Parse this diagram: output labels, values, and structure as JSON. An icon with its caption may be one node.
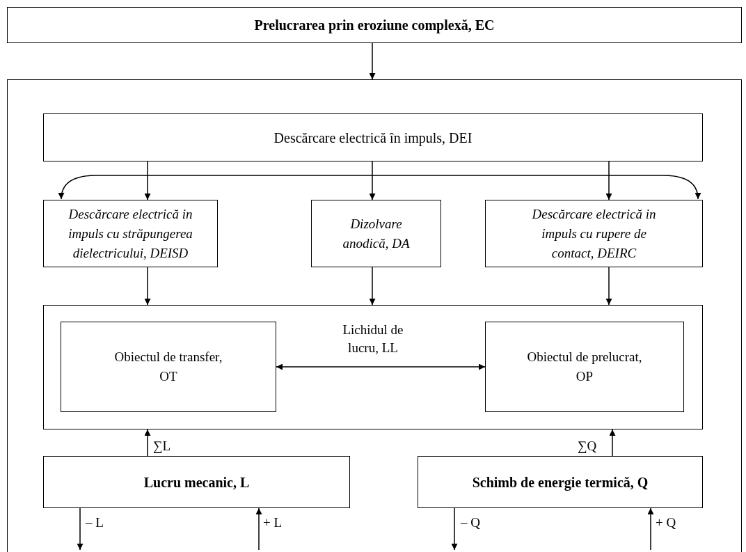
{
  "diagram": {
    "nodes": [
      {
        "text": [
          "Prelucrarea prin eroziune  complexă, EC"
        ]
      },
      {
        "text": [],
        "shape": "box"
      },
      {
        "text": [
          "Descărcare electrică în impuls, DEI"
        ],
        "in": 1
      },
      {
        "text": [
          "Descărcare electrică in impuls cu străpungerea dielectricului, DEISD"
        ],
        "in": 1
      },
      {
        "text": [
          "Dizolvare anodică, DA"
        ],
        "in": 1
      },
      {
        "text": [
          "Descărcare electrică in impuls cu rupere de contact, DEIRC"
        ],
        "in": 1
      },
      {
        "text": [
          "Lichidul de lucru, LL"
        ],
        "in": 1
      },
      {
        "text": [
          "Obiectul de transfer, OT"
        ],
        "in": 6
      },
      {
        "text": [
          "Obiectul de prelucrat, OP"
        ],
        "in": 6
      },
      {
        "text": [
          "Lucru mecanic, L"
        ],
        "in": 1
      },
      {
        "text": [
          "Schimb de energie termică, Q"
        ],
        "in": 1
      }
    ],
    "edges": [
      {
        "from": 0,
        "to": 1,
        "arrow": "to"
      },
      {
        "from": 2,
        "to": 3,
        "arrow": "to"
      },
      {
        "from": 2,
        "to": 4,
        "arrow": "to"
      },
      {
        "from": 2,
        "to": 5,
        "arrow": "to"
      },
      {
        "from": 3,
        "to": 5,
        "arrow": "both"
      },
      {
        "from": 3,
        "to": 6,
        "arrow": "to"
      },
      {
        "from": 4,
        "to": 6,
        "arrow": "to"
      },
      {
        "from": 5,
        "to": 6,
        "arrow": "to"
      },
      {
        "from": 7,
        "to": 8,
        "arrow": "both"
      },
      {
        "from": 9,
        "to": 6,
        "arrow": "to",
        "label": "∑L"
      },
      {
        "from": 10,
        "to": 6,
        "arrow": "to",
        "label": "∑Q"
      },
      {
        "from": 9,
        "to": null,
        "arrow": "to",
        "label": "– L"
      },
      {
        "from": null,
        "to": 9,
        "arrow": "to",
        "label": "+ L"
      },
      {
        "from": 10,
        "to": null,
        "arrow": "to",
        "label": "– Q"
      },
      {
        "from": null,
        "to": 10,
        "arrow": "to",
        "label": "+ Q"
      }
    ]
  }
}
